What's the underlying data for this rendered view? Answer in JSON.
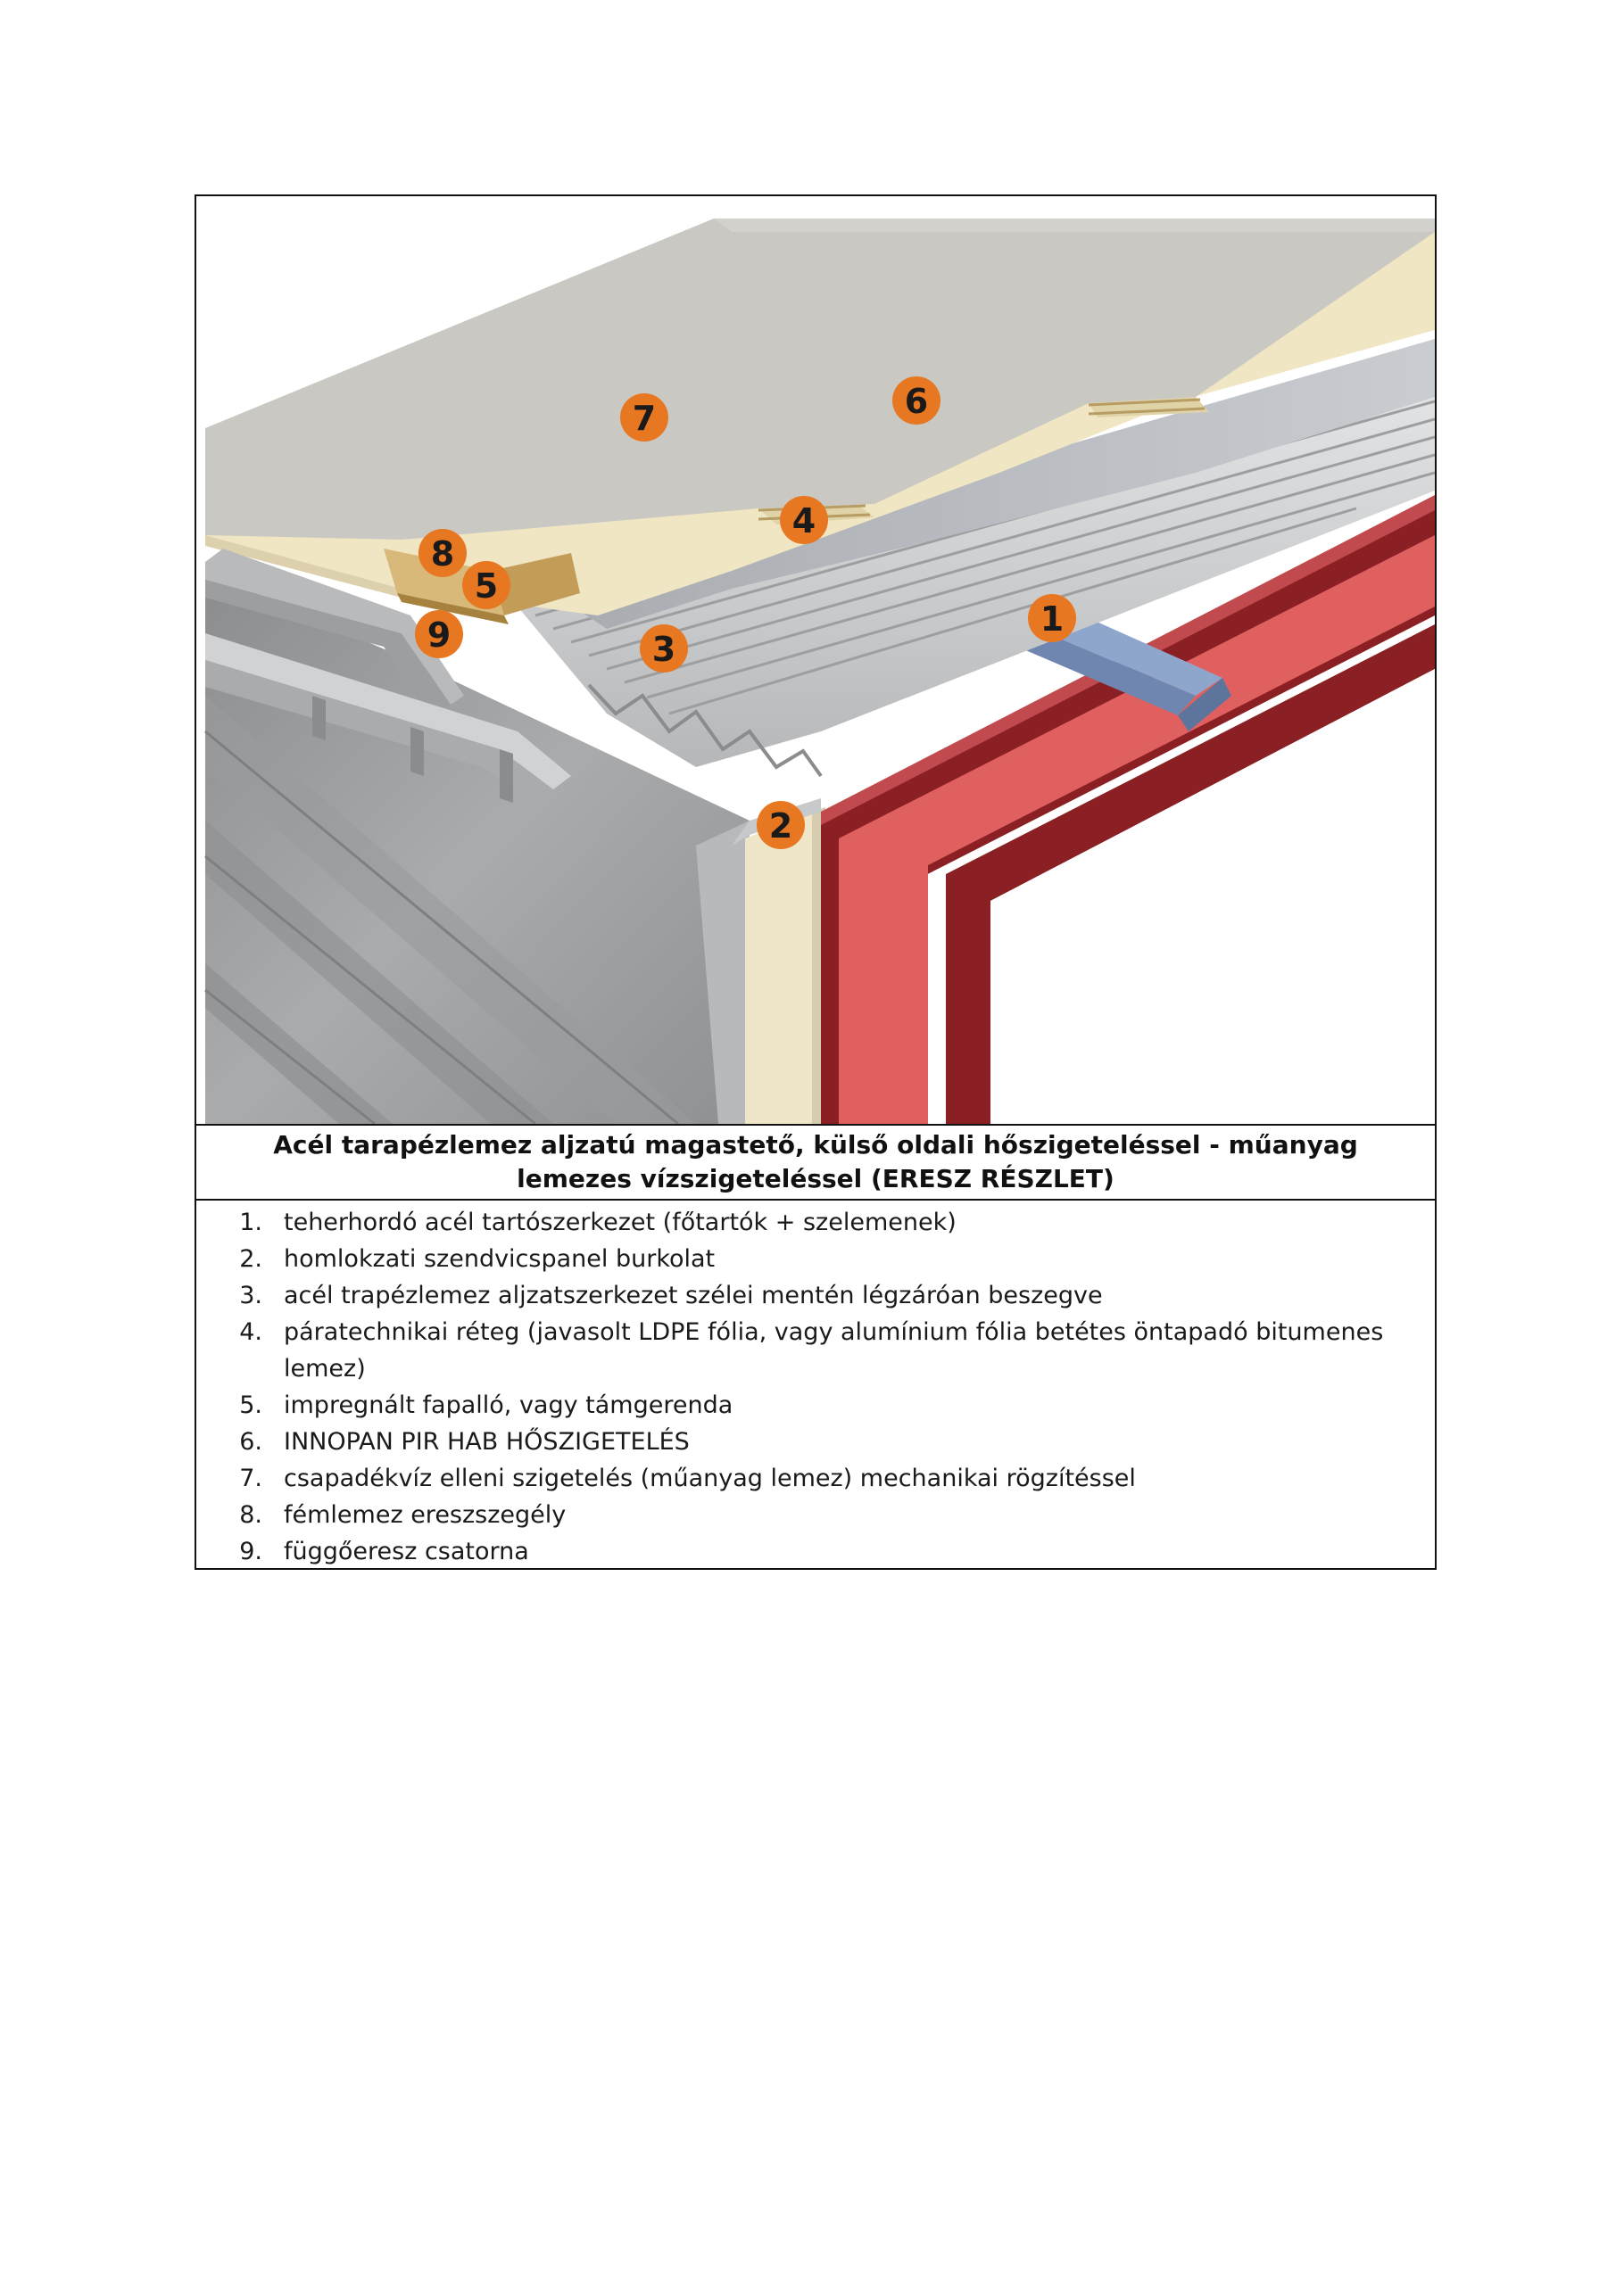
{
  "diagram": {
    "callouts": [
      {
        "id": "callout-1",
        "label": "1"
      },
      {
        "id": "callout-2",
        "label": "2"
      },
      {
        "id": "callout-3",
        "label": "3"
      },
      {
        "id": "callout-4",
        "label": "4"
      },
      {
        "id": "callout-5",
        "label": "5"
      },
      {
        "id": "callout-6",
        "label": "6"
      },
      {
        "id": "callout-7",
        "label": "7"
      },
      {
        "id": "callout-8",
        "label": "8"
      },
      {
        "id": "callout-9",
        "label": "9"
      }
    ],
    "colors": {
      "callout": "#e87722",
      "steel_frame": "#e06060",
      "steel_frame_dark": "#8b2024",
      "purlin": "#8fa6cc",
      "sandwich_panel": "#9a9c9e",
      "insulation": "#f0e6c4",
      "vapour_layer": "#b8bcc0",
      "membrane": "#c9c8c2",
      "timber": "#d8b979"
    }
  },
  "caption": "Acél tarapézlemez aljzatú magastető, külső oldali hőszigeteléssel - műanyag lemezes vízszigeteléssel (ERESZ RÉSZLET)",
  "legend": [
    {
      "num": "1.",
      "text": "teherhordó acél tartószerkezet (főtartók + szelemenek)"
    },
    {
      "num": "2.",
      "text": "homlokzati szendvicspanel burkolat"
    },
    {
      "num": "3.",
      "text": "acél trapézlemez aljzatszerkezet szélei mentén légzáróan beszegve"
    },
    {
      "num": "4.",
      "text": "páratechnikai réteg (javasolt LDPE fólia, vagy alumínium fólia betétes öntapadó bitumenes lemez)"
    },
    {
      "num": "5.",
      "text": "impregnált fapalló, vagy támgerenda"
    },
    {
      "num": "6.",
      "text": "INNOPAN PIR HAB HŐSZIGETELÉS"
    },
    {
      "num": "7.",
      "text": "csapadékvíz elleni szigetelés (műanyag lemez) mechanikai rögzítéssel"
    },
    {
      "num": "8.",
      "text": "fémlemez ereszszegély"
    },
    {
      "num": "9.",
      "text": "függőeresz csatorna"
    }
  ]
}
